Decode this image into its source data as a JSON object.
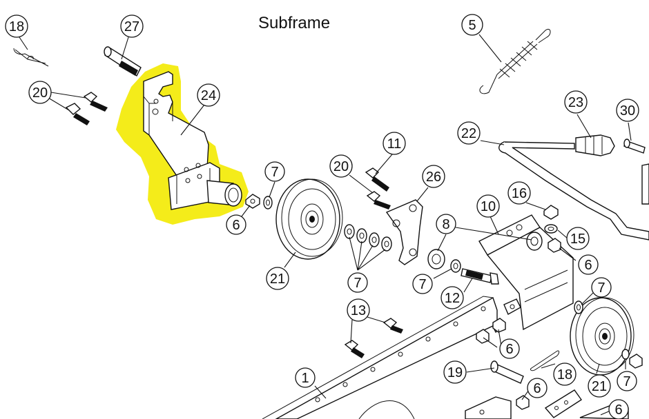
{
  "title": "Subframe",
  "highlight_color": "#f4ec1a",
  "callouts": {
    "c18a": "18",
    "c27": "27",
    "c20a": "20",
    "c24": "24",
    "c5": "5",
    "c23": "23",
    "c30": "30",
    "c22": "22",
    "c11": "11",
    "c20b": "20",
    "c7a": "7",
    "c6a": "6",
    "c26": "26",
    "c21a": "21",
    "c7b": "7",
    "c16": "16",
    "c10": "10",
    "c8": "8",
    "c15": "15",
    "c6b": "6",
    "c7c": "7",
    "c12": "12",
    "c13": "13",
    "c7d": "7",
    "c6c": "6",
    "c1": "1",
    "c19": "19",
    "c18b": "18",
    "c21b": "21",
    "c7e": "7",
    "c6d": "6",
    "c6e": "6"
  }
}
